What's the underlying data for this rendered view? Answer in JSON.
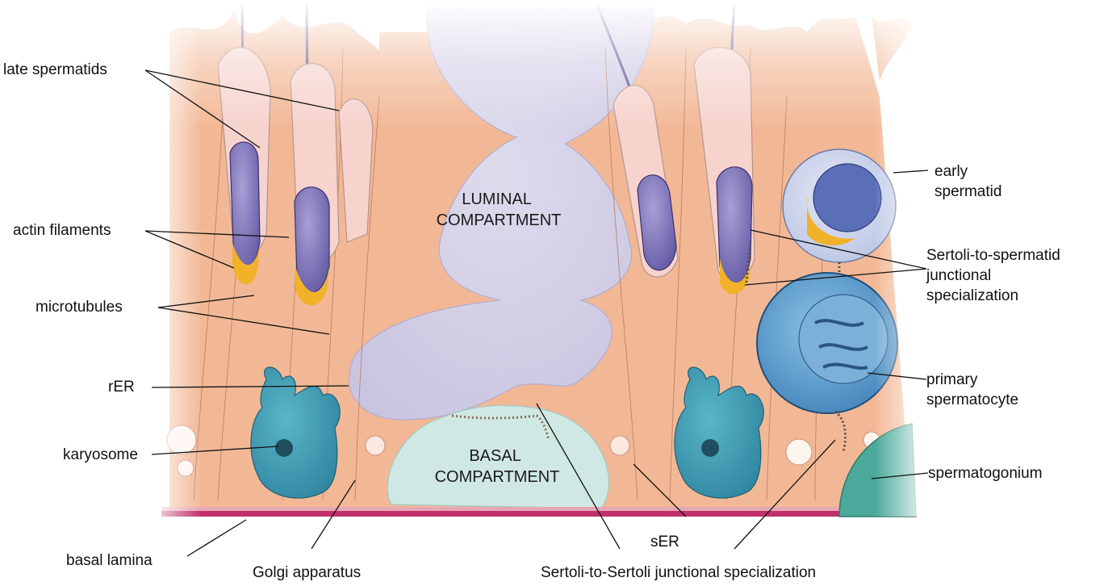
{
  "compartments": {
    "luminal": [
      "LUMINAL",
      "COMPARTMENT"
    ],
    "basal": [
      "BASAL",
      "COMPARTMENT"
    ]
  },
  "labels_left": {
    "late_spermatids": "late spermatids",
    "actin_filaments": "actin filaments",
    "microtubules": "microtubules",
    "rer": "rER",
    "karyosome": "karyosome",
    "basal_lamina": "basal lamina"
  },
  "labels_right": {
    "early_spermatid": [
      "early",
      "spermatid"
    ],
    "sertoli_to_spermatid": [
      "Sertoli-to-spermatid",
      "junctional",
      "specialization"
    ],
    "primary_spermatocyte": [
      "primary",
      "spermatocyte"
    ],
    "spermatogonium": "spermatogonium"
  },
  "labels_bottom": {
    "golgi": "Golgi apparatus",
    "ser": "sER",
    "sertoli_to_sertoli": "Sertoli-to-Sertoli junctional specialization"
  },
  "colors": {
    "sertoli_cytoplasm": "#f2b896",
    "luminal_compartment": "#d4d0e6",
    "basal_compartment": "#cfe8e4",
    "nucleus": "#3e9ab0",
    "spermatid_head": "#7a6eb0",
    "acrosome": "#f1b22a",
    "basal_lamina": "#c0306a",
    "spermatocyte": "#4a86c0",
    "spermatogonium": "#4aa99a"
  }
}
